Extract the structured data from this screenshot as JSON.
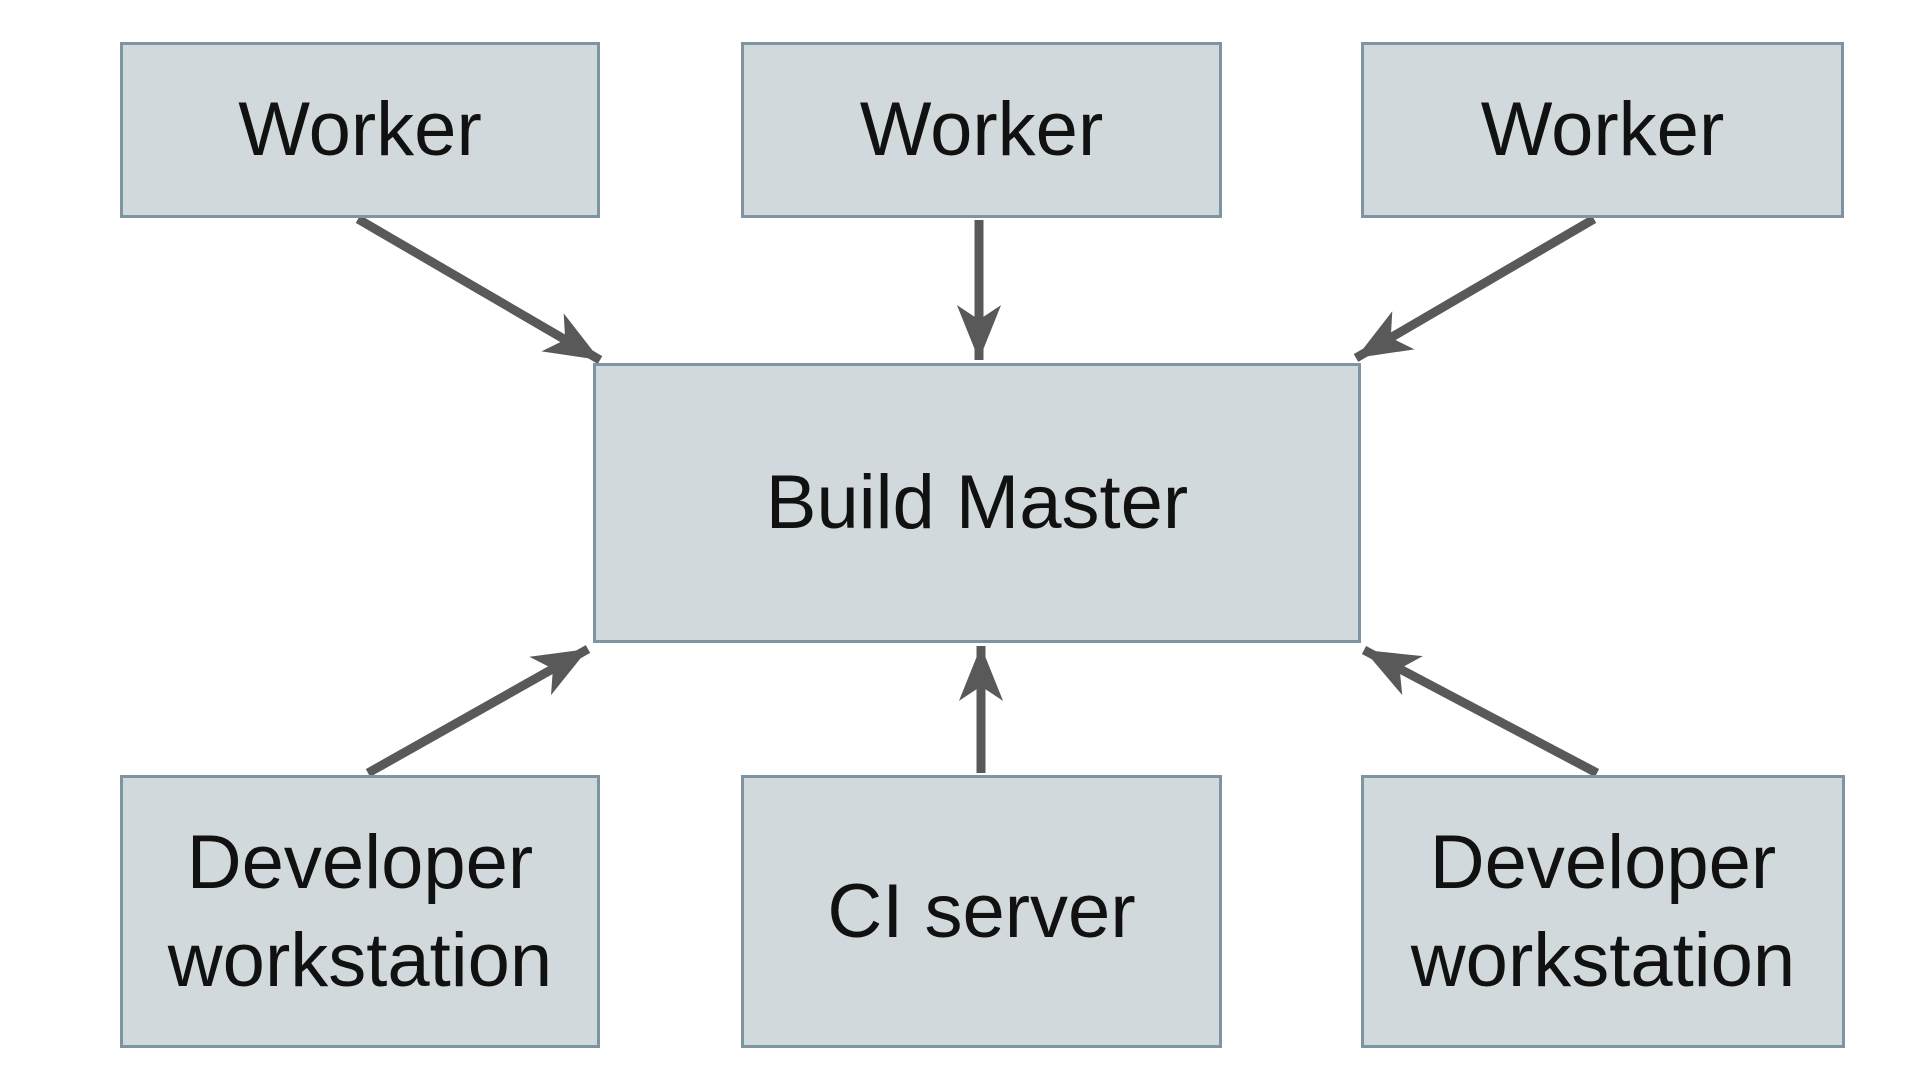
{
  "diagram": {
    "background_color": "#ffffff",
    "node_fill_color": "#d2d9dc",
    "node_border_color": "#7e95a1",
    "arrow_color": "#595959",
    "text_color": "#111111",
    "nodes": [
      {
        "id": "worker-1",
        "label": "Worker"
      },
      {
        "id": "worker-2",
        "label": "Worker"
      },
      {
        "id": "worker-3",
        "label": "Worker"
      },
      {
        "id": "build-master",
        "label": "Build Master"
      },
      {
        "id": "developer-workstation-1",
        "label": "Developer workstation"
      },
      {
        "id": "ci-server",
        "label": "CI server"
      },
      {
        "id": "developer-workstation-2",
        "label": "Developer workstation"
      }
    ],
    "edges": [
      {
        "from": "worker-1",
        "to": "build-master"
      },
      {
        "from": "worker-2",
        "to": "build-master"
      },
      {
        "from": "worker-3",
        "to": "build-master"
      },
      {
        "from": "developer-workstation-1",
        "to": "build-master"
      },
      {
        "from": "ci-server",
        "to": "build-master"
      },
      {
        "from": "developer-workstation-2",
        "to": "build-master"
      }
    ]
  }
}
